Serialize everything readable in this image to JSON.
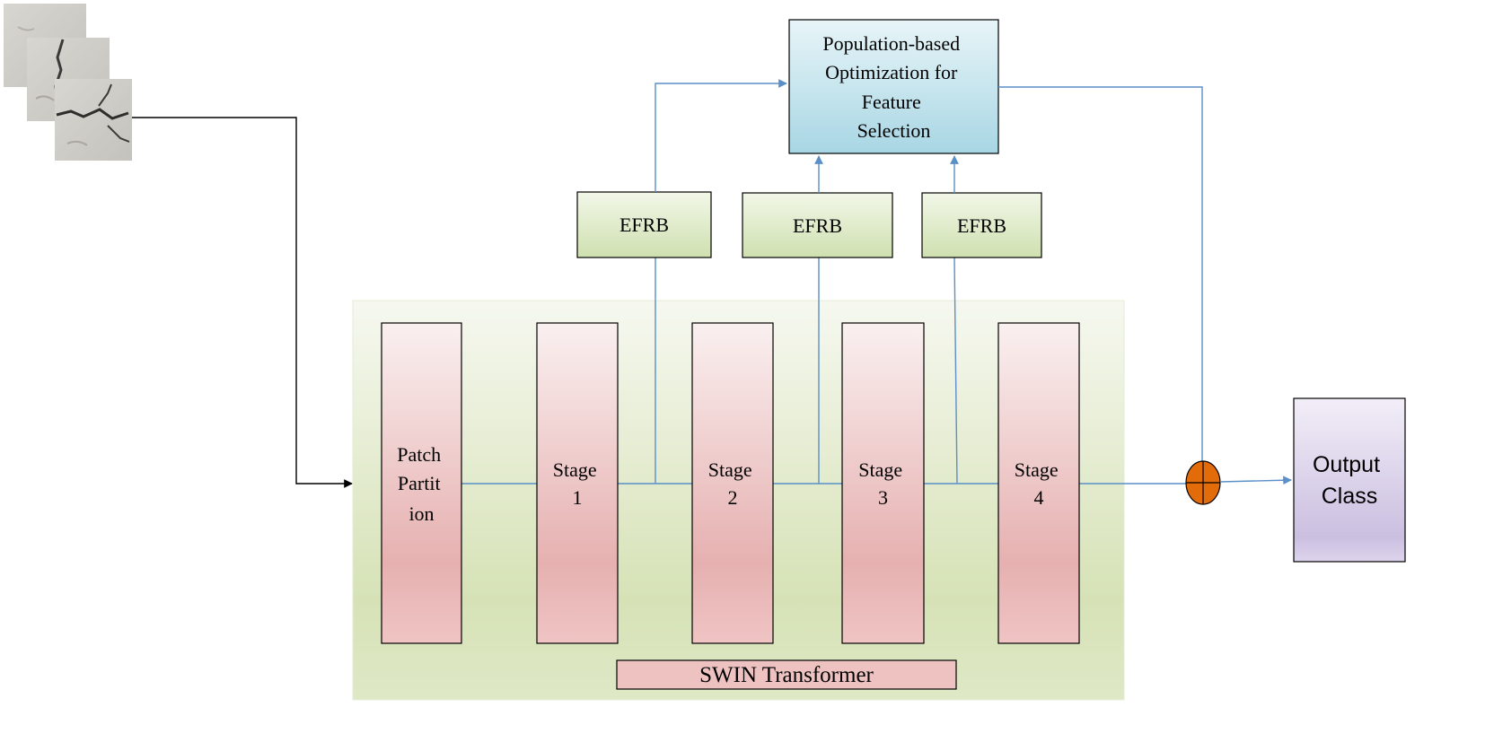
{
  "input_images": {
    "count": 3
  },
  "swin": {
    "title": "SWIN Transformer",
    "blocks": [
      {
        "lines": [
          "Patch",
          "Partit",
          "ion"
        ]
      },
      {
        "lines": [
          "Stage",
          "1"
        ]
      },
      {
        "lines": [
          "Stage",
          "2"
        ]
      },
      {
        "lines": [
          "Stage",
          "3"
        ]
      },
      {
        "lines": [
          "Stage",
          "4"
        ]
      }
    ]
  },
  "efrb": {
    "labels": [
      "EFRB",
      "EFRB",
      "EFRB"
    ]
  },
  "optimization": {
    "lines": [
      "Population-based",
      "Optimization for",
      "Feature",
      "Selection"
    ]
  },
  "output": {
    "lines": [
      "Output",
      "Class"
    ]
  },
  "colors": {
    "line": "#5b8fc7",
    "input_line": "#000000",
    "stage_fill_top": "#faf0f0",
    "stage_fill_mid": "#e6b0b0",
    "swin_fill_top": "#f6f8f0",
    "swin_fill_bottom": "#d6e2b6",
    "efrb_fill_top": "#f2f7e8",
    "efrb_fill_bottom": "#cfe0b0",
    "opt_fill_top": "#e8f5f8",
    "opt_fill_bottom": "#a8d6e4",
    "output_fill_top": "#f2eef8",
    "output_fill_bottom": "#cbbfe0",
    "sum_node": "#e36c0a"
  }
}
